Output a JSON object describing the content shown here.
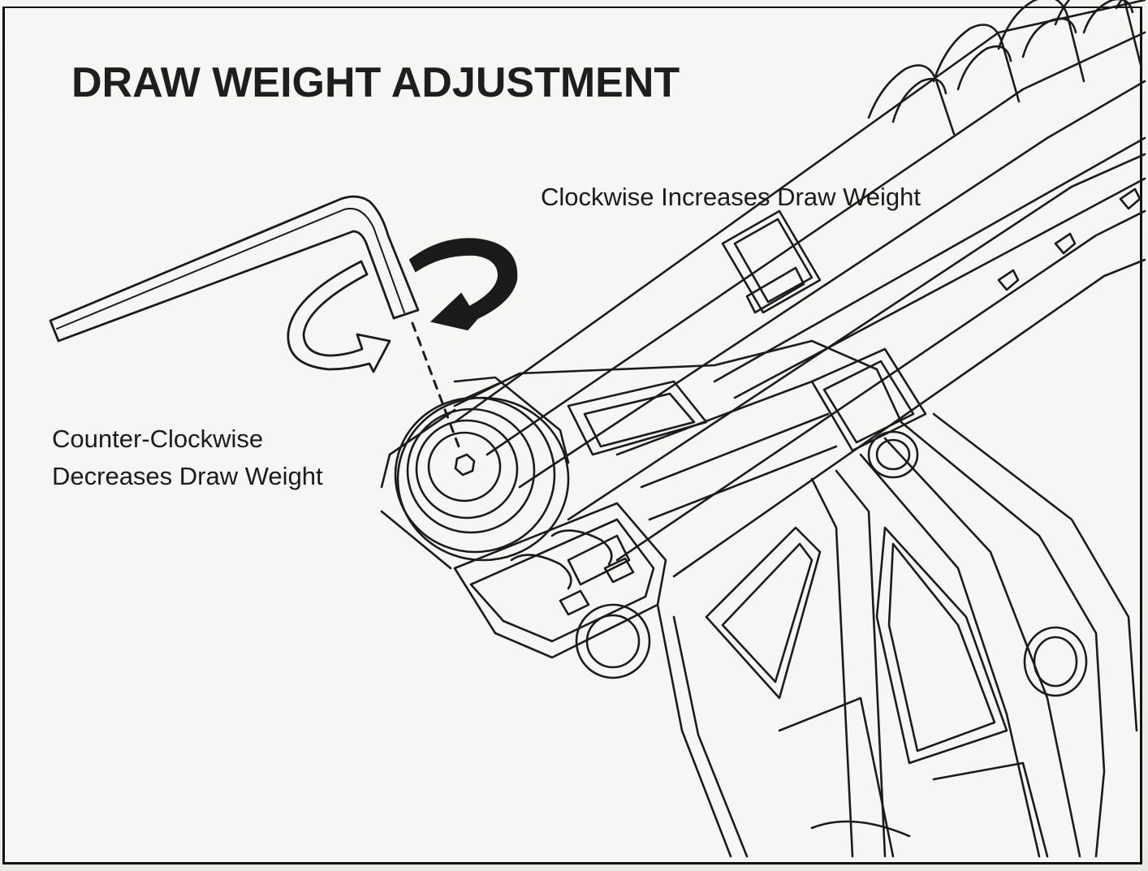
{
  "title": "DRAW WEIGHT ADJUSTMENT",
  "labels": {
    "clockwise": "Clockwise Increases Draw Weight",
    "counter_clockwise_line1": "Counter-Clockwise",
    "counter_clockwise_line2": "Decreases Draw Weight"
  },
  "icons": {
    "tool": "hex-key-icon",
    "clockwise_arrow": "clockwise-arrow-icon",
    "counter_clockwise_arrow": "counter-clockwise-arrow-icon",
    "bolt": "hex-bolt-icon"
  },
  "colors": {
    "ink": "#1b1b1b",
    "paper": "#f6f6f4",
    "frame": "#111111"
  }
}
